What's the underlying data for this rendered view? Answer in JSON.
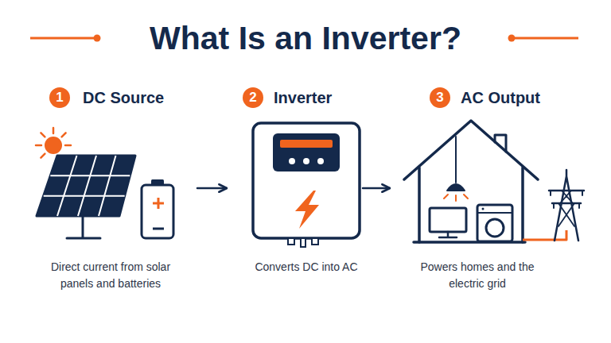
{
  "diagram": {
    "title": "What Is an Inverter?",
    "nodes": [
      {
        "text": [
          "DC Source",
          "Direct current from solar panels and batteries"
        ]
      },
      {
        "text": [
          "Inverter",
          "Converts DC into AC"
        ]
      },
      {
        "text": [
          "AC Output",
          "Powers homes and the electric grid"
        ]
      }
    ],
    "edges": [
      {
        "from": 0,
        "to": 1,
        "arrow": "to"
      },
      {
        "from": 1,
        "to": 2,
        "arrow": "to"
      }
    ],
    "labels": [
      "1",
      "2",
      "3"
    ]
  }
}
